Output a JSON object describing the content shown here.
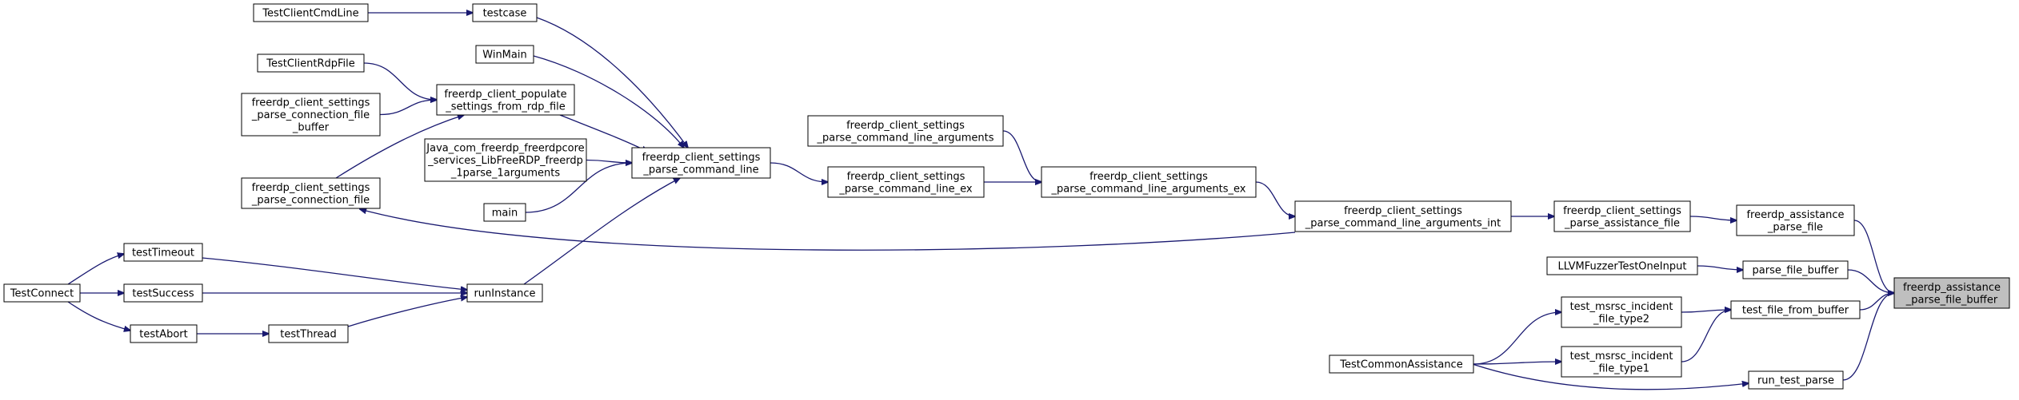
{
  "nodes": {
    "target": [
      "freerdp_assistance",
      "_parse_file_buffer"
    ],
    "parse_file": [
      "freerdp_assistance",
      "_parse_file"
    ],
    "parse_file_buffer": [
      "parse_file_buffer"
    ],
    "test_file_from_buffer": [
      "test_file_from_buffer"
    ],
    "run_test_parse": [
      "run_test_parse"
    ],
    "llvm_fuzzer": [
      "LLVMFuzzerTestOneInput"
    ],
    "parse_assistance_file": [
      "freerdp_client_settings",
      "_parse_assistance_file"
    ],
    "incident_type2": [
      "test_msrsc_incident",
      "_file_type2"
    ],
    "incident_type1": [
      "test_msrsc_incident",
      "_file_type1"
    ],
    "test_common_assistance": [
      "TestCommonAssistance"
    ],
    "args_int": [
      "freerdp_client_settings",
      "_parse_command_line_arguments_int"
    ],
    "args_ex": [
      "freerdp_client_settings",
      "_parse_command_line_arguments_ex"
    ],
    "args": [
      "freerdp_client_settings",
      "_parse_command_line_arguments"
    ],
    "cmdline_ex": [
      "freerdp_client_settings",
      "_parse_command_line_ex"
    ],
    "cmdline": [
      "freerdp_client_settings",
      "_parse_command_line"
    ],
    "testcase": [
      "testcase"
    ],
    "winmain": [
      "WinMain"
    ],
    "populate": [
      "freerdp_client_populate",
      "_settings_from_rdp_file"
    ],
    "java_com": [
      "Java_com_freerdp_freerdpcore",
      "_services_LibFreeRDP_freerdp",
      "_1parse_1arguments"
    ],
    "main": [
      "main"
    ],
    "run_instance": [
      "runInstance"
    ],
    "test_client_cmdline": [
      "TestClientCmdLine"
    ],
    "test_client_rdpfile": [
      "TestClientRdpFile"
    ],
    "conn_file_buffer": [
      "freerdp_client_settings",
      "_parse_connection_file",
      "_buffer"
    ],
    "conn_file": [
      "freerdp_client_settings",
      "_parse_connection_file"
    ],
    "test_timeout": [
      "testTimeout"
    ],
    "test_success": [
      "testSuccess"
    ],
    "test_abort": [
      "testAbort"
    ],
    "test_thread": [
      "testThread"
    ],
    "test_connect": [
      "TestConnect"
    ]
  },
  "edges": [
    [
      "parse_file",
      "target"
    ],
    [
      "parse_file_buffer",
      "target"
    ],
    [
      "test_file_from_buffer",
      "target"
    ],
    [
      "run_test_parse",
      "target"
    ],
    [
      "parse_assistance_file",
      "parse_file"
    ],
    [
      "llvm_fuzzer",
      "parse_file_buffer"
    ],
    [
      "incident_type2",
      "test_file_from_buffer"
    ],
    [
      "incident_type1",
      "test_file_from_buffer"
    ],
    [
      "test_common_assistance",
      "run_test_parse"
    ],
    [
      "args_int",
      "parse_assistance_file"
    ],
    [
      "test_common_assistance",
      "incident_type2"
    ],
    [
      "test_common_assistance",
      "incident_type1"
    ],
    [
      "args_ex",
      "args_int"
    ],
    [
      "args_int",
      "conn_file"
    ],
    [
      "args",
      "args_ex"
    ],
    [
      "cmdline_ex",
      "args_ex"
    ],
    [
      "cmdline",
      "cmdline_ex"
    ],
    [
      "testcase",
      "cmdline"
    ],
    [
      "winmain",
      "cmdline"
    ],
    [
      "populate",
      "cmdline"
    ],
    [
      "java_com",
      "cmdline"
    ],
    [
      "main",
      "cmdline"
    ],
    [
      "run_instance",
      "cmdline"
    ],
    [
      "test_client_cmdline",
      "testcase"
    ],
    [
      "test_client_rdpfile",
      "populate"
    ],
    [
      "conn_file_buffer",
      "populate"
    ],
    [
      "conn_file",
      "populate"
    ],
    [
      "test_timeout",
      "run_instance"
    ],
    [
      "test_success",
      "run_instance"
    ],
    [
      "test_thread",
      "run_instance"
    ],
    [
      "test_abort",
      "test_thread"
    ],
    [
      "test_connect",
      "test_timeout"
    ],
    [
      "test_connect",
      "test_success"
    ],
    [
      "test_connect",
      "test_abort"
    ]
  ],
  "colors": {
    "edge": "#191970",
    "highlight_fill": "#bfbfbf"
  }
}
